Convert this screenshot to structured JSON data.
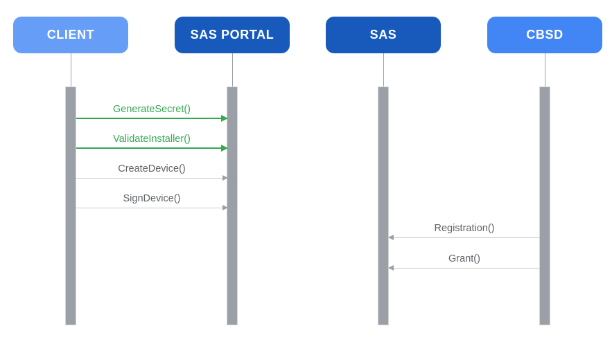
{
  "diagram": {
    "type": "sequence-diagram",
    "actors": [
      {
        "label": "CLIENT",
        "color": "#669DF6"
      },
      {
        "label": "SAS PORTAL",
        "color": "#185ABC"
      },
      {
        "label": "SAS",
        "color": "#185ABC"
      },
      {
        "label": "CBSD",
        "color": "#4285F4"
      }
    ],
    "messages": [
      {
        "label": "GenerateSecret()",
        "from": "CLIENT",
        "to": "SAS PORTAL",
        "direction": "right",
        "text_color": "#34A853",
        "line_color": "#34A853",
        "arrow_color": "#34A853"
      },
      {
        "label": "ValidateInstaller()",
        "from": "CLIENT",
        "to": "SAS PORTAL",
        "direction": "right",
        "text_color": "#34A853",
        "line_color": "#34A853",
        "arrow_color": "#34A853"
      },
      {
        "label": "CreateDevice()",
        "from": "CLIENT",
        "to": "SAS PORTAL",
        "direction": "right",
        "text_color": "#5F6368",
        "line_color": "#C8CACD",
        "arrow_color": "#9AA0A6"
      },
      {
        "label": "SignDevice()",
        "from": "CLIENT",
        "to": "SAS PORTAL",
        "direction": "right",
        "text_color": "#5F6368",
        "line_color": "#C8CACD",
        "arrow_color": "#9AA0A6"
      },
      {
        "label": "Registration()",
        "from": "CBSD",
        "to": "SAS",
        "direction": "left",
        "text_color": "#5F6368",
        "line_color": "#C8CACD",
        "arrow_color": "#9AA0A6"
      },
      {
        "label": "Grant()",
        "from": "CBSD",
        "to": "SAS",
        "direction": "left",
        "text_color": "#5F6368",
        "line_color": "#C8CACD",
        "arrow_color": "#9AA0A6"
      }
    ],
    "colors": {
      "background": "#FFFFFF",
      "lifeline": "#9AA0A6",
      "actor_text": "#FFFFFF"
    }
  }
}
